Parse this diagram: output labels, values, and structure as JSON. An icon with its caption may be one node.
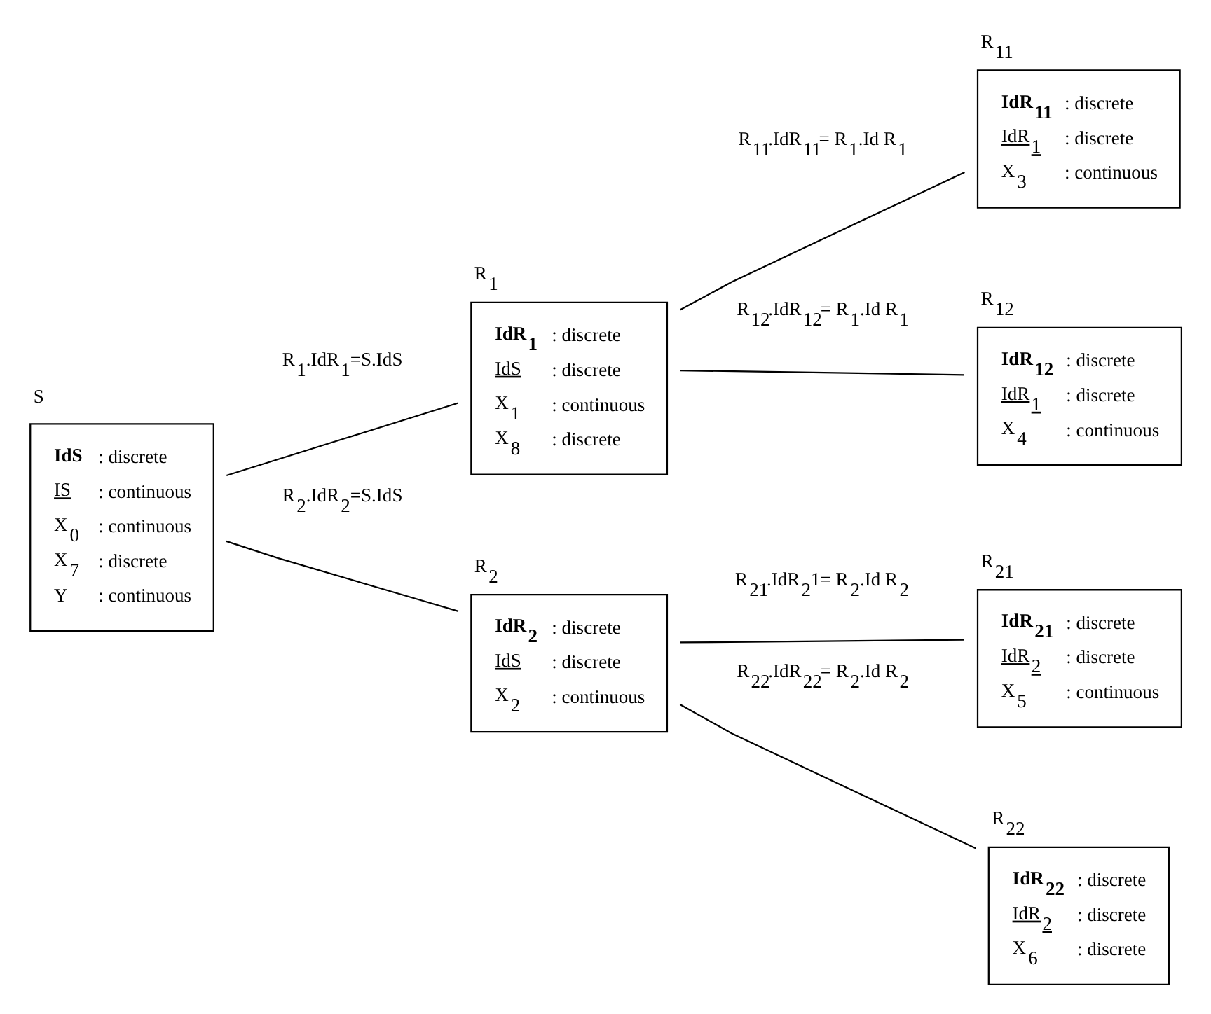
{
  "diagram": {
    "nodes": [
      {
        "text": [
          "S",
          "**IdS**",
          ": discrete",
          "IS",
          ": continuous",
          "X$_{0}$",
          ": continuous",
          "X$_{7}$",
          ": discrete",
          "Y",
          ": continuous"
        ]
      },
      {
        "text": [
          "R$_{1}$",
          "**IdR$_{1}$**",
          ": discrete",
          "IdS",
          ": discrete",
          "X$_{1}$",
          ": continuous",
          "X$_{8}$",
          ": discrete"
        ]
      },
      {
        "text": [
          "R$_{2}$",
          "**IdR$_{2}$**",
          ": discrete",
          "IdS",
          ": discrete",
          "X$_{2}$",
          ": continuous"
        ]
      },
      {
        "text": [
          "R$_{11}$",
          "**IdR$_{11}$**",
          ": discrete",
          "IdR$_{1}$",
          ": discrete",
          "X$_{3}$",
          ": continuous"
        ]
      },
      {
        "text": [
          "R$_{12}$",
          "**IdR$_{12}$**",
          ": discrete",
          "IdR$_{1}$",
          ": discrete",
          "X$_{4}$",
          ": continuous"
        ]
      },
      {
        "text": [
          "R$_{21}$",
          "**IdR$_{21}$**",
          ": discrete",
          "IdR$_{2}$",
          ": discrete",
          "X$_{5}$",
          ": continuous"
        ]
      },
      {
        "text": [
          "R$_{22}$",
          "**IdR$_{22}$**",
          ": discrete",
          "IdR$_{2}$",
          ": discrete",
          "X$_{6}$",
          ": discrete"
        ]
      }
    ],
    "edges": [
      {
        "from": 0,
        "to": 1,
        "arrow": "none",
        "label": "R$_{1}$.IdR$_{1}$=S.IdS"
      },
      {
        "from": 0,
        "to": 2,
        "arrow": "none",
        "label": "R$_{2}$.IdR$_{2}$=S.IdS"
      },
      {
        "from": 1,
        "to": 3,
        "arrow": "none",
        "label": "R$_{11}$.IdR$_{11}$= R$_{1}$.Id R$_{1}$"
      },
      {
        "from": 1,
        "to": 4,
        "arrow": "none",
        "label": "R$_{12}$.IdR$_{12}$= R$_{1}$.Id R$_{1}$"
      },
      {
        "from": 2,
        "to": 5,
        "arrow": "none",
        "label": "R$_{21}$.IdR$_{2}$1= R$_{2}$.Id R$_{2}$"
      },
      {
        "from": 2,
        "to": 6,
        "arrow": "none",
        "label": "R$_{22}$.IdR$_{22}$= R$_{2}$.Id R$_{2}$"
      }
    ]
  }
}
